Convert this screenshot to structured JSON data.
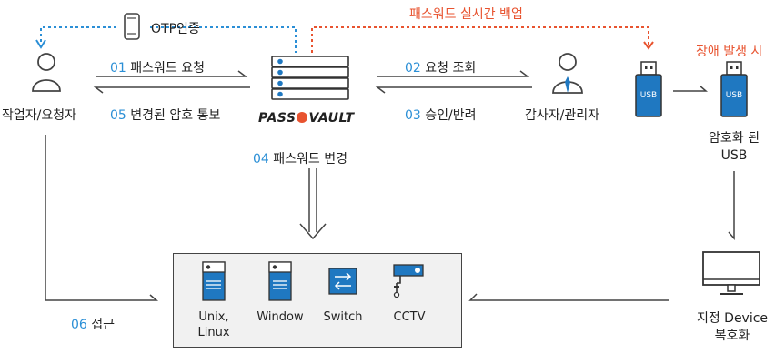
{
  "otp": {
    "label": "OTP인증"
  },
  "backup_label": "패스워드 실시간 백업",
  "failure_label": "장애 발생 시",
  "requester": {
    "label": "작업자/요청자"
  },
  "auditor": {
    "label": "감사자/관리자"
  },
  "brand": {
    "left": "PASS",
    "right": "VAULT"
  },
  "steps": {
    "s01": {
      "num": "01",
      "text": "패스워드 요청"
    },
    "s02": {
      "num": "02",
      "text": "요청 조회"
    },
    "s03": {
      "num": "03",
      "text": "승인/반려"
    },
    "s04": {
      "num": "04",
      "text": "패스워드 변경"
    },
    "s05": {
      "num": "05",
      "text": "변경된 암호 통보"
    },
    "s06": {
      "num": "06",
      "text": "접근"
    }
  },
  "usb": {
    "label": "USB",
    "encrypted_label_1": "암호화 된",
    "encrypted_label_2": "USB"
  },
  "device": {
    "label_1": "지정 Device",
    "label_2": "복호화"
  },
  "targets": [
    {
      "label": "Unix,\nLinux",
      "icon": "server-icon"
    },
    {
      "label": "Window",
      "icon": "server-icon"
    },
    {
      "label": "Switch",
      "icon": "switch-icon"
    },
    {
      "label": "CCTV",
      "icon": "cctv-icon"
    }
  ],
  "colors": {
    "blue": "#2b8fd6",
    "red": "#e8532f",
    "usb_blue": "#1f78c1"
  }
}
